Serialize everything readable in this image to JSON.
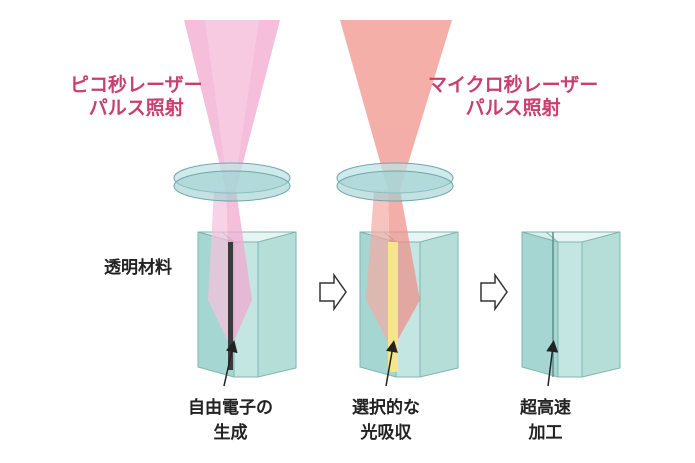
{
  "labels": {
    "pico_line1": "ピコ秒レーザー",
    "pico_line2": "パルス照射",
    "micro_line1": "マイクロ秒レーザー",
    "micro_line2": "パルス照射",
    "material": "透明材料",
    "step1_line1": "自由電子の",
    "step1_line2": "生成",
    "step2_line1": "選択的な",
    "step2_line2": "光吸収",
    "step3_line1": "超高速",
    "step3_line2": "加工"
  },
  "colors": {
    "pico_beam": "#f2a7cf",
    "micro_beam": "#f08d85",
    "laser_text": "#c8406e",
    "glass_front": "#a6d6d1",
    "glass_side": "#c4e6e2",
    "glass_top": "#d8efec",
    "electron_channel": "#3a3a3a",
    "absorption_channel": "#f6e58a"
  },
  "icons": [
    "process-arrow-icon",
    "pointer-arrow-icon",
    "lens-icon"
  ]
}
